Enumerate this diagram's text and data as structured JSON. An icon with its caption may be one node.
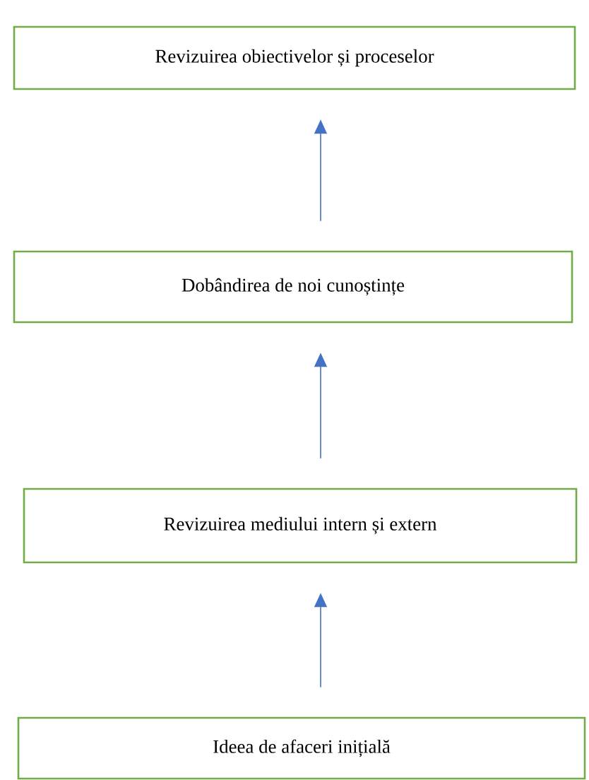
{
  "diagram": {
    "nodes": [
      {
        "text": [
          "Revizuirea obiectivelor și proceselor"
        ]
      },
      {
        "text": [
          "Dobândirea de noi cunoștințe"
        ]
      },
      {
        "text": [
          "Revizuirea mediului intern și extern"
        ]
      },
      {
        "text": [
          "Ideea de afaceri inițială"
        ]
      }
    ],
    "edges": [
      {
        "from": 1,
        "to": 0,
        "arrow": "to"
      },
      {
        "from": 2,
        "to": 1,
        "arrow": "to"
      },
      {
        "from": 3,
        "to": 2,
        "arrow": "to"
      }
    ]
  }
}
